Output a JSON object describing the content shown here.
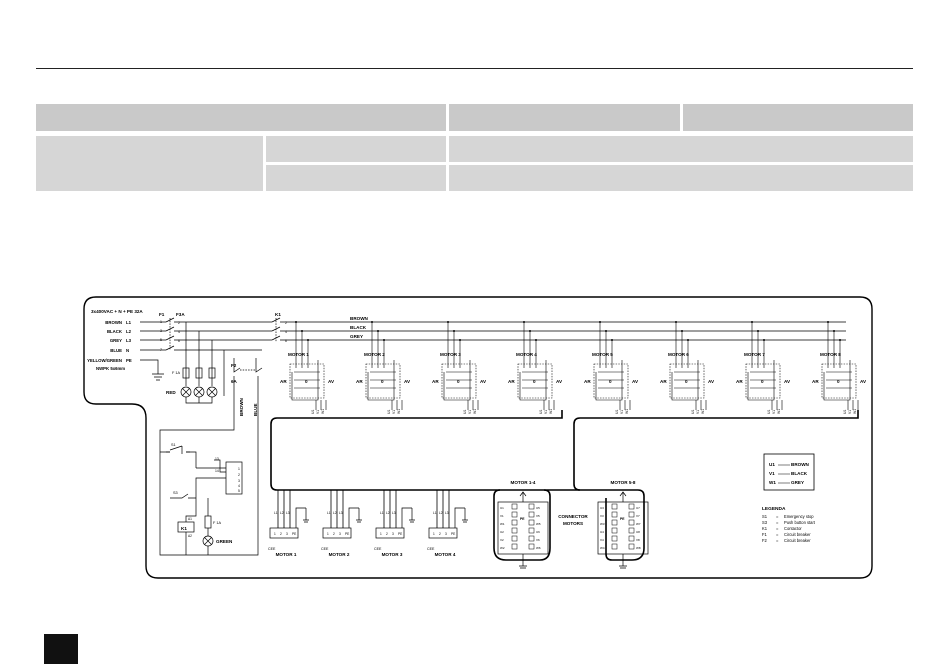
{
  "supply": {
    "rating": "3x400VAC + N + PE 32A",
    "lines": [
      {
        "color": "BROWN",
        "terminal": "L1",
        "n": "1"
      },
      {
        "color": "BLACK",
        "terminal": "L2",
        "n": "3"
      },
      {
        "color": "GREY",
        "terminal": "L3",
        "n": "5"
      },
      {
        "color": "BLUE",
        "terminal": "N",
        "n": "7"
      },
      {
        "color": "YELLOW/GREEN",
        "terminal": "PE",
        "n": ""
      }
    ],
    "cable": "NWPK 5x6mm"
  },
  "breakers": {
    "f1": "F1",
    "f1_rating": "F3A",
    "f2": "F2",
    "f2_rating": "6A",
    "lamp_fuse": "F 1A"
  },
  "contactor": {
    "k1": "K1",
    "nums": [
      "2",
      "4",
      "6"
    ]
  },
  "bus": {
    "brown": "BROWN",
    "black": "BLACK",
    "grey": "GREY"
  },
  "motors": [
    "MOTOR 1",
    "MOTOR 2",
    "MOTOR 3",
    "MOTOR 4",
    "MOTOR 5",
    "MOTOR 6",
    "MOTOR 7",
    "MOTOR 8"
  ],
  "switch": {
    "ar": "AR",
    "av": "AV",
    "zero": "0",
    "wires": [
      "U1",
      "V1",
      "W1"
    ]
  },
  "lamps": {
    "red": "RED",
    "green": "GREEN"
  },
  "control": {
    "wire_brown": "BROWN",
    "wire_blue": "BLUE",
    "s1": "S1",
    "s3": "S3",
    "k1": "K1",
    "fuse": "F 1A",
    "a1": "A1",
    "a2": "A2",
    "k1_contacts": [
      "13",
      "14"
    ],
    "s3_pins": [
      "1",
      "2",
      "3",
      "4",
      "5"
    ]
  },
  "outputs": {
    "labels": [
      "MOTOR 1",
      "MOTOR 2",
      "MOTOR 3",
      "MOTOR 4"
    ],
    "cee": "CEE",
    "pins": [
      "1",
      "2",
      "3",
      "PE"
    ],
    "wires": [
      "L1",
      "L2",
      "L3"
    ]
  },
  "connectors": {
    "a": "MOTOR 1-4",
    "b": "MOTOR 5-8",
    "caption": [
      "CONNECTOR",
      "MOTORS"
    ],
    "pe": "PE",
    "left_pins": [
      "U1",
      "V1",
      "W1",
      "U2",
      "V2",
      "W2",
      "U3",
      "V3",
      "W3",
      "U4",
      "V4",
      "W4"
    ],
    "right_pins": [
      "U5",
      "V5",
      "W5",
      "U6",
      "V6",
      "W6",
      "U7",
      "V7",
      "W7",
      "U8",
      "V8",
      "W8"
    ]
  },
  "wire_legend": [
    {
      "tag": "U1",
      "color": "BROWN"
    },
    {
      "tag": "V1",
      "color": "BLACK"
    },
    {
      "tag": "W1",
      "color": "GREY"
    }
  ],
  "legend": {
    "title": "LEGENDA",
    "items": [
      {
        "code": "S1",
        "desc": "Emergency stop"
      },
      {
        "code": "S3",
        "desc": "Push button start"
      },
      {
        "code": "K1",
        "desc": "Contactor"
      },
      {
        "code": "F1",
        "desc": "Circuit breaker"
      },
      {
        "code": "F2",
        "desc": "Circuit breaker"
      }
    ]
  }
}
